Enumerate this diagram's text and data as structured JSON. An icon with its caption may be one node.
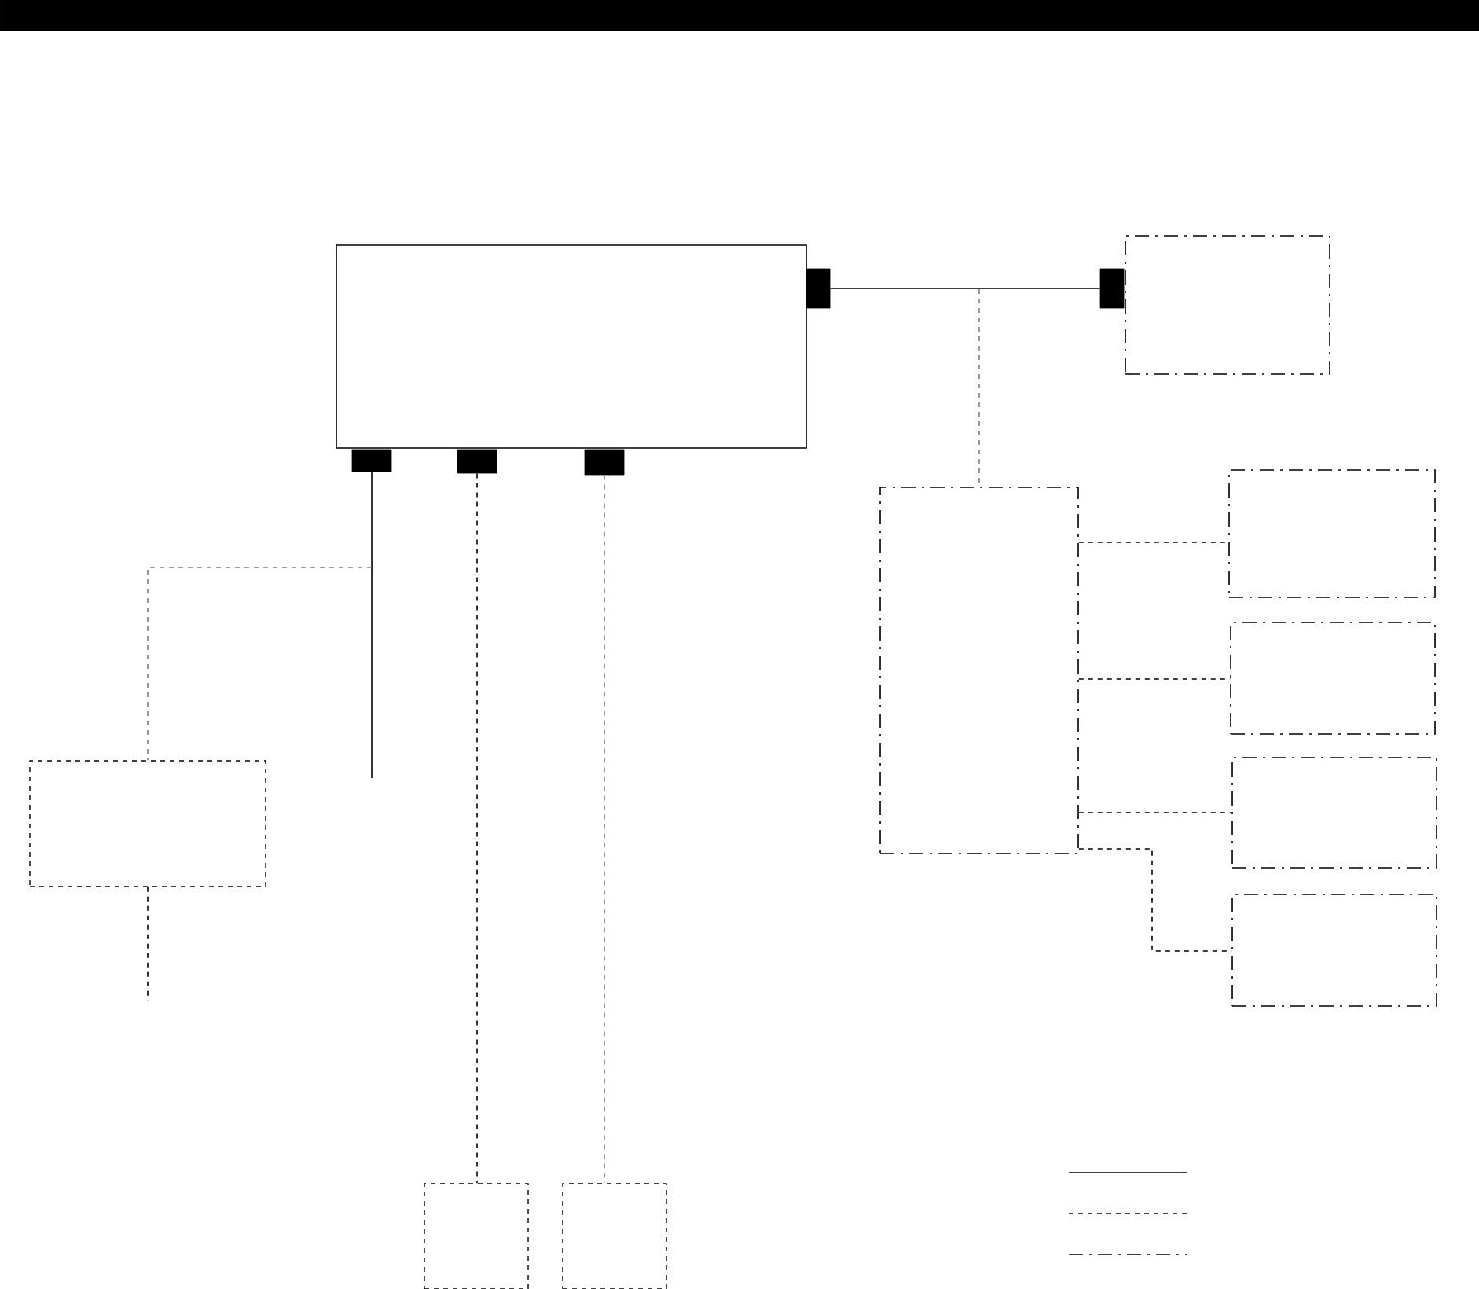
{
  "diagram": {
    "nodes": [
      {
        "text": [],
        "shape": "box"
      },
      {
        "text": [],
        "shape": "box"
      },
      {
        "text": [],
        "shape": "box"
      },
      {
        "text": [],
        "shape": "box"
      },
      {
        "text": [],
        "shape": "box"
      },
      {
        "text": [],
        "shape": "box"
      },
      {
        "text": [],
        "shape": "box"
      },
      {
        "text": [],
        "shape": "box"
      },
      {
        "text": [],
        "shape": "box"
      },
      {
        "text": [],
        "shape": "box"
      },
      {
        "text": [],
        "shape": "box"
      },
      {
        "text": [],
        "shape": "box"
      },
      {
        "text": [],
        "shape": "box"
      },
      {
        "text": [],
        "shape": "box"
      },
      {
        "text": [],
        "shape": "box"
      }
    ],
    "edges": [
      {
        "from": 1,
        "to": 2,
        "arrow": "none"
      },
      {
        "from": null,
        "to": 8,
        "arrow": "none",
        "style": "dashed",
        "color": "#808080"
      },
      {
        "from": 4,
        "to": null,
        "arrow": "none"
      },
      {
        "from": null,
        "to": 7,
        "arrow": "none",
        "style": "dashed",
        "color": "#808080"
      },
      {
        "from": 7,
        "to": null,
        "arrow": "none",
        "style": "dashed"
      },
      {
        "from": 5,
        "to": 13,
        "arrow": "none",
        "style": "dashed"
      },
      {
        "from": 6,
        "to": 14,
        "arrow": "none",
        "style": "dashed",
        "color": "#808080"
      },
      {
        "from": 8,
        "to": 9,
        "arrow": "none",
        "style": "dashed"
      },
      {
        "from": 8,
        "to": 10,
        "arrow": "none",
        "style": "dashed"
      },
      {
        "from": 8,
        "to": 11,
        "arrow": "none",
        "style": "dashed"
      },
      {
        "from": 8,
        "to": 12,
        "arrow": "none",
        "style": "dashed"
      }
    ]
  }
}
